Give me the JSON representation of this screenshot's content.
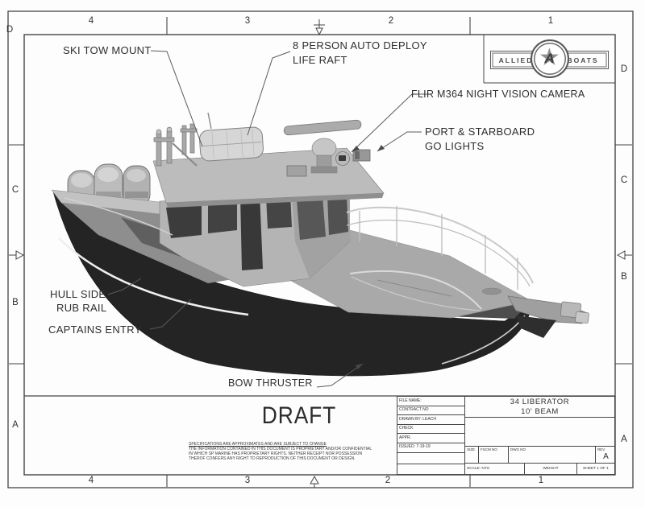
{
  "colors": {
    "frame_line": "#454545",
    "hull_dark": "#242424",
    "superstructure_gray": "#b4b4b4",
    "label_text": "#2e2e2e"
  },
  "zones": {
    "top": [
      "4",
      "3",
      "2",
      "1"
    ],
    "bottom": [
      "4",
      "3",
      "2",
      "1"
    ],
    "left": [
      "D",
      "C",
      "B",
      "A"
    ],
    "right": [
      "D",
      "C",
      "B",
      "A"
    ]
  },
  "logo": {
    "left": "ALLIED",
    "right": "BOATS",
    "monogram": "A",
    "star_icon": "star-in-circle"
  },
  "callouts": {
    "ski_tow": "SKI TOW MOUNT",
    "life_raft_1": "8 PERSON AUTO DEPLOY",
    "life_raft_2": "LIFE RAFT",
    "flir": "FLIR M364 NIGHT VISION CAMERA",
    "go_lights_1": "PORT & STARBOARD",
    "go_lights_2": "GO LIGHTS",
    "rub_rail_1": "HULL SIDE",
    "rub_rail_2": "RUB RAIL",
    "captains_entry": "CAPTAINS ENTRY",
    "bow_thruster": "BOW THRUSTER"
  },
  "watermark": "DRAFT",
  "disclaimer": {
    "line1": "SPECIFICATIONS ARE APPROXIMATES AND ARE SUBJECT TO CHANGE",
    "line2": "THE INFORMATION CONTAINED IN THIS DOCUMENT IS PROPRIETARY AND/OR CONFIDENTIAL",
    "line3": "IN WHICH SP MARINE HAS PROPRIETARY RIGHTS. NEITHER RECEIPT NOR POSSESSION",
    "line4": "THEROF CONFERS ANY RIGHT TO REPRODUCTION OF THIS DOCUMENT OR DESIGN."
  },
  "title_block": {
    "file_name": "FILE NAME:",
    "contract_no": "CONTRACT NO",
    "drawn_by": "DRAWN BY: LEACH",
    "check": "CHECK",
    "appr": "APPR.",
    "issued": "ISSUED: 7-19-19",
    "title_line1": "34 LIBERATOR",
    "title_line2": "10'  BEAM",
    "size": "SIZE",
    "fscm_no": "FSCM NO",
    "dwg_no": "DWG NO",
    "rev": "REV",
    "rev_value": "A",
    "scale": "SCALE: NTS",
    "weight": "WEIGHT",
    "sheet": "SHEET 1 OF 1"
  }
}
